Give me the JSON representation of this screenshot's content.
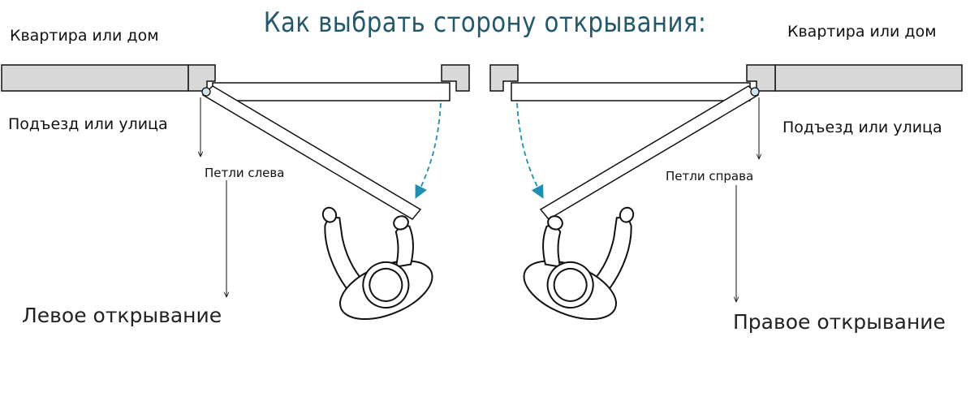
{
  "title": "Как выбрать сторону открывания:",
  "left": {
    "inside_label": "Квартира или дом",
    "outside_label": "Подъезд или улица",
    "hinge_label": "Петли слева",
    "opening_label": "Левое открывание"
  },
  "right": {
    "inside_label": "Квартира или дом",
    "outside_label": "Подъезд или улица",
    "hinge_label": "Петли справа",
    "opening_label": "Правое открывание"
  },
  "colors": {
    "title": "#23596b",
    "wall_fill": "#d9d9d9",
    "arrow": "#1e8fb0",
    "line": "#111111"
  }
}
